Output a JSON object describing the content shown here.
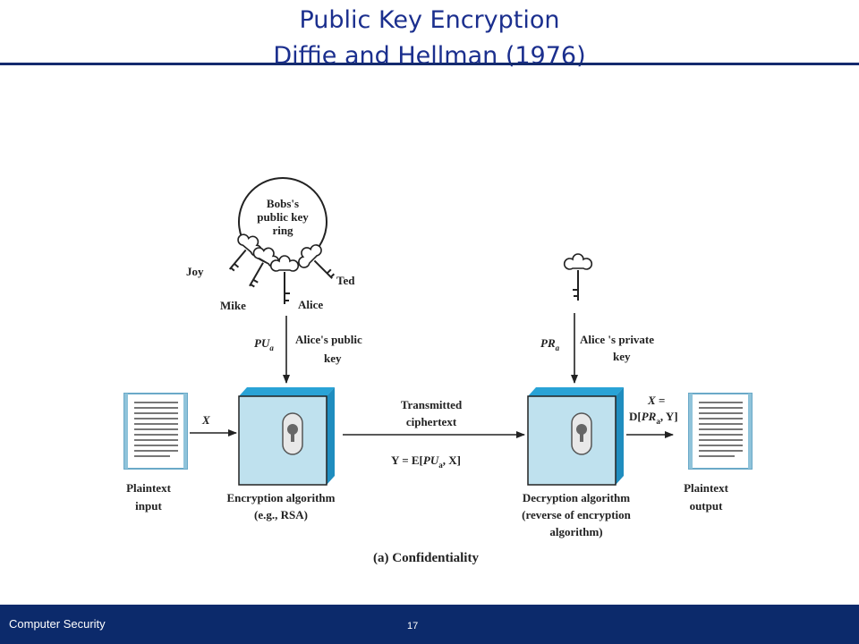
{
  "slide": {
    "title_line1": "Public Key Encryption",
    "title_line2": "Diffie and Hellman (1976)"
  },
  "diagram": {
    "key_ring": {
      "label_lines": [
        "Bobs's",
        "public key",
        "ring"
      ],
      "keys": [
        "Joy",
        "Mike",
        "Alice",
        "Ted"
      ]
    },
    "public_key": {
      "symbol": "PU",
      "subscript": "a",
      "desc_lines": [
        "Alice's public",
        "key"
      ]
    },
    "private_key": {
      "symbol": "PR",
      "subscript": "a",
      "desc_lines": [
        "Alice 's private",
        "key"
      ]
    },
    "input": {
      "variable": "X",
      "label_lines": [
        "Plaintext",
        "input"
      ]
    },
    "encryption": {
      "label_lines": [
        "Encryption algorithm",
        "(e.g., RSA)"
      ]
    },
    "transmission": {
      "label_lines": [
        "Transmitted",
        "ciphertext"
      ],
      "formula_prefix": "Y = E[",
      "formula_symbol": "PU",
      "formula_sub": "a",
      "formula_suffix": ", X]"
    },
    "decryption": {
      "label_lines": [
        "Decryption algorithm",
        "(reverse of encryption",
        "algorithm)"
      ]
    },
    "output": {
      "formula_line1": "X =",
      "formula_prefix": "D[",
      "formula_symbol": "PR",
      "formula_sub": "a",
      "formula_suffix": ", Y]",
      "label_lines": [
        "Plaintext",
        "output"
      ]
    },
    "caption": "(a) Confidentiality",
    "colors": {
      "box_face": "#bfe1ee",
      "box_edge": "#29a3d6",
      "line": "#222222",
      "title": "#1b2f8e",
      "footer": "#0c2a6b"
    }
  },
  "footer": {
    "course": "Computer Security",
    "page_number": "17"
  }
}
